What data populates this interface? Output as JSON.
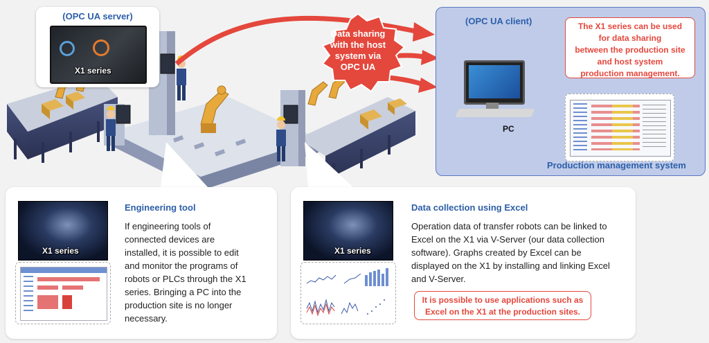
{
  "server": {
    "label": "(OPC UA server)",
    "device_label": "X1 series"
  },
  "burst": {
    "text_lines": [
      "Data sharing",
      "with the host",
      "system via",
      "OPC UA"
    ]
  },
  "client": {
    "label": "(OPC UA client)",
    "pc_label": "PC",
    "system_label": "Production management system",
    "callout_lines": [
      "The X1 series can be used",
      "for data sharing",
      "between the production site",
      "and host system",
      "production management."
    ]
  },
  "engineering": {
    "title": "Engineering tool",
    "device_label": "X1 series",
    "body_lines": [
      "If engineering tools of",
      "connected devices are",
      "installed, it is possible to edit",
      "and monitor the programs of",
      "robots or PLCs through the X1",
      "series. Bringing a PC into the",
      "production site is no longer",
      "necessary."
    ]
  },
  "excel": {
    "title": "Data collection using Excel",
    "device_label": "X1 series",
    "body_lines": [
      "Operation data of transfer robots can be linked to",
      "Excel on the X1 via V-Server (our data collection",
      "software). Graphs created by Excel can be",
      "displayed on the X1 by installing and linking Excel",
      "and V-Server."
    ],
    "callout_lines": [
      "It is possible to use applications such as",
      "Excel on the X1 at the production sites."
    ]
  },
  "colors": {
    "accent_blue": "#2d5fa8",
    "accent_red": "#e4473c",
    "client_bg": "#bfcbe9",
    "burst_red": "#e4473c"
  },
  "icons": [
    "hmi-panel-icon",
    "robot-arm-icon",
    "worker-icon",
    "conveyor-icon",
    "pc-monitor-icon",
    "arrow-icon"
  ]
}
